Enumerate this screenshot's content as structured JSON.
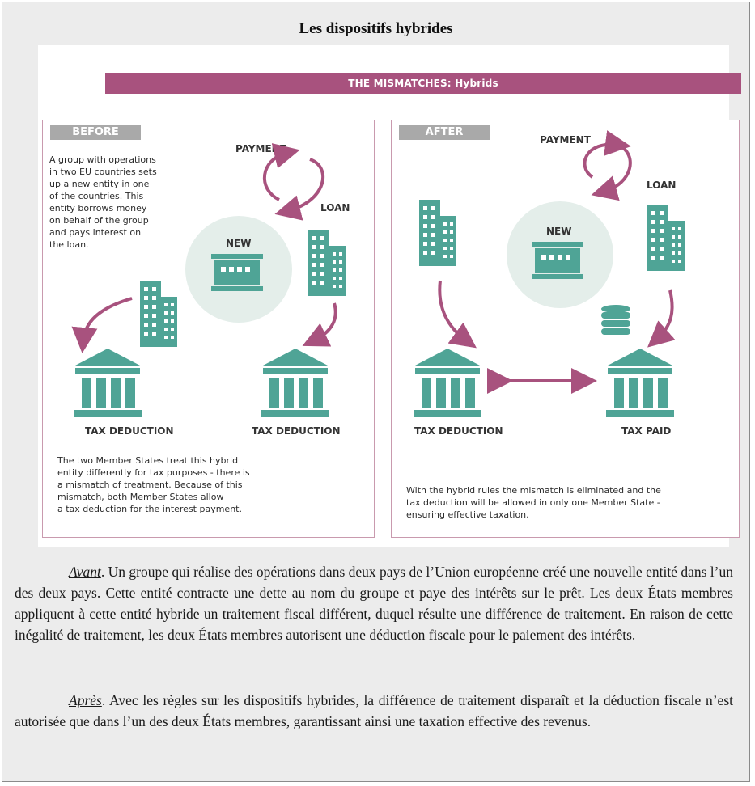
{
  "box_title": "Les dispositifs hybrides",
  "infographic": {
    "banner": "THE MISMATCHES: Hybrids",
    "before": {
      "tag": "BEFORE",
      "description_lines": [
        "A group with operations",
        "in two EU countries sets",
        "up a new entity in one",
        "of the countries. This",
        "entity borrows money",
        "on behalf of the group",
        "and pays interest on",
        "the loan."
      ],
      "payment": "PAYMENT",
      "loan": "LOAN",
      "new": "NEW",
      "tax_left": "TAX DEDUCTION",
      "tax_right": "TAX DEDUCTION",
      "footer_lines": [
        "The two Member States treat this hybrid",
        "entity differently for tax purposes - there is",
        "a mismatch of treatment. Because of this",
        "mismatch, both Member States allow",
        "a tax deduction for the interest payment."
      ]
    },
    "after": {
      "tag": "AFTER",
      "payment": "PAYMENT",
      "loan": "LOAN",
      "new": "NEW",
      "tax_left": "TAX DEDUCTION",
      "tax_right": "TAX PAID",
      "footer_lines": [
        "With the hybrid rules the mismatch is eliminated and the",
        "tax deduction will be allowed in only one Member State -",
        "ensuring effective taxation."
      ]
    },
    "colors": {
      "accent": "#a8527e",
      "building": "#4fa496",
      "circle": "#e4eeea",
      "tag": "#a9a9a9"
    }
  },
  "paragraphs": {
    "avant_lead": "Avant",
    "avant_text": ". Un groupe qui réalise des opérations dans deux pays de l’Union européenne créé une nouvelle entité dans l’un des deux pays. Cette entité contracte une dette au nom du groupe et paye des intérêts sur le prêt. Les deux États membres appliquent à cette entité hybride un traitement fiscal différent, duquel résulte une différence de traitement. En raison de cette inégalité de traitement, les deux États membres autorisent une déduction fiscale pour le paiement des intérêts.",
    "apres_lead": "Après",
    "apres_text": ". Avec les règles sur les dispositifs hybrides, la différence de traitement disparaît et la déduction fiscale n’est autorisée que dans l’un des deux États membres, garantissant ainsi une taxation effective des revenus."
  }
}
